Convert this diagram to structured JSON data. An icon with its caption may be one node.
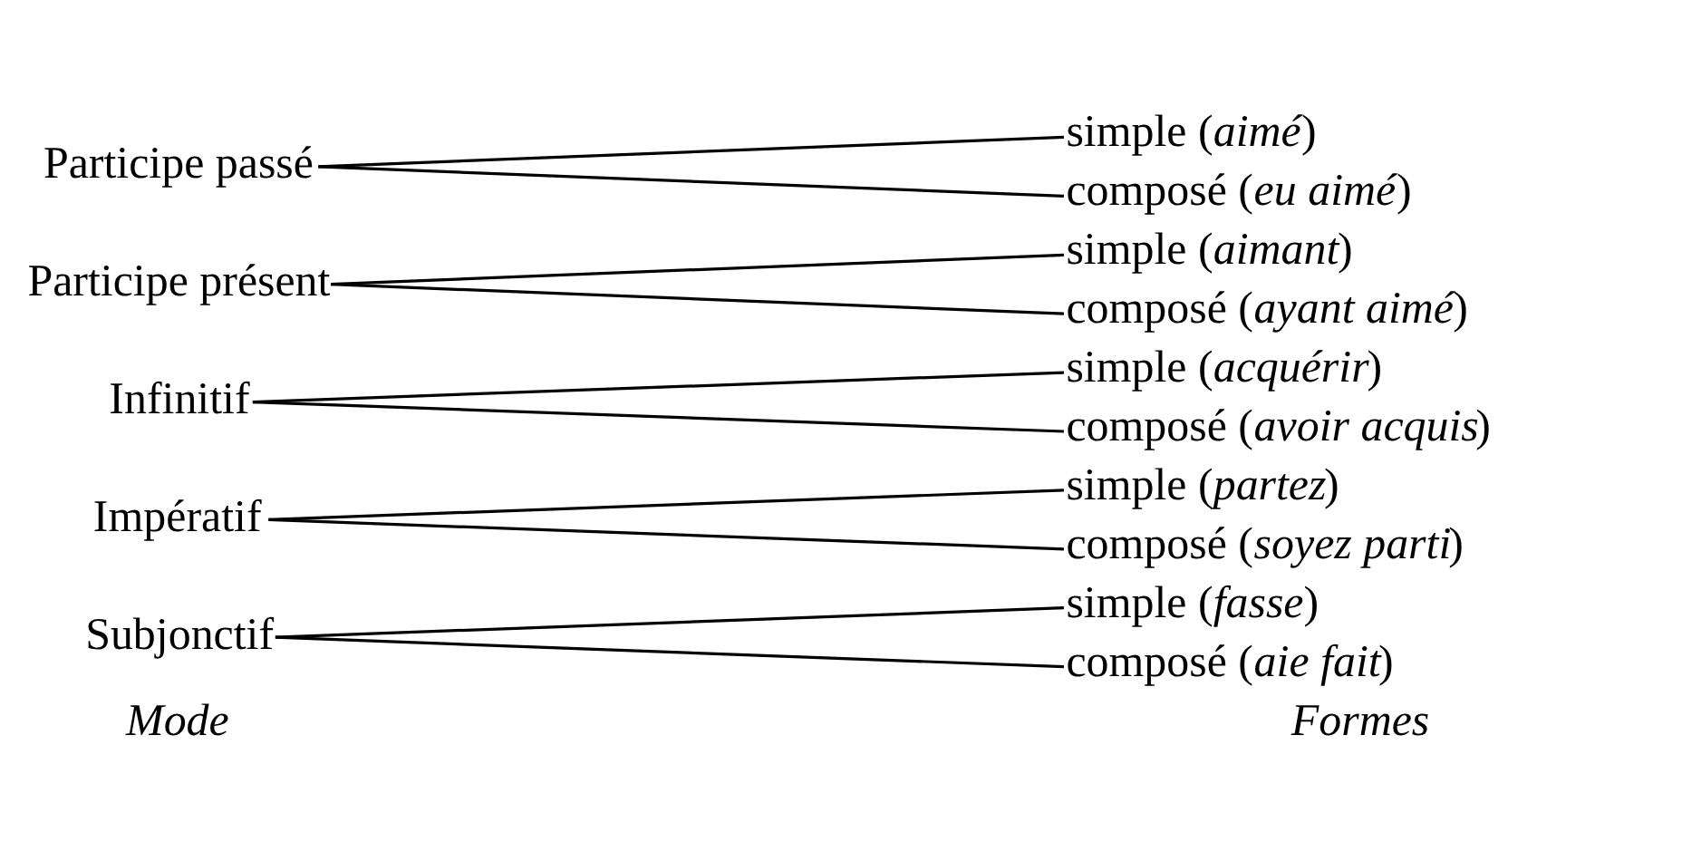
{
  "diagram": {
    "nodes": [
      {
        "text": [
          "Subjonctif"
        ]
      },
      {
        "text": [
          "simple (*fasse*)"
        ]
      },
      {
        "text": [
          "composé (*aie fait*)"
        ]
      },
      {
        "text": [
          "Impératif"
        ]
      },
      {
        "text": [
          "simple (*partez*)"
        ]
      },
      {
        "text": [
          "composé (*soyez parti*)"
        ]
      },
      {
        "text": [
          "Infinitif"
        ]
      },
      {
        "text": [
          "simple (*acquérir*)"
        ]
      },
      {
        "text": [
          "composé (*avoir acquis*)"
        ]
      },
      {
        "text": [
          "Participe présent"
        ]
      },
      {
        "text": [
          "simple (*aimant*)"
        ]
      },
      {
        "text": [
          "composé (*ayant aimé*)"
        ]
      },
      {
        "text": [
          "Participe passé"
        ]
      },
      {
        "text": [
          "simple (*aimé*)"
        ]
      },
      {
        "text": [
          "composé (*eu aimé*)"
        ]
      }
    ],
    "edges": [
      {
        "from": 0,
        "to": 1,
        "arrow": "none"
      },
      {
        "from": 0,
        "to": 2,
        "arrow": "none"
      },
      {
        "from": 3,
        "to": 4,
        "arrow": "none"
      },
      {
        "from": 3,
        "to": 5,
        "arrow": "none"
      },
      {
        "from": 6,
        "to": 7,
        "arrow": "none"
      },
      {
        "from": 6,
        "to": 8,
        "arrow": "none"
      },
      {
        "from": 9,
        "to": 10,
        "arrow": "none"
      },
      {
        "from": 9,
        "to": 11,
        "arrow": "none"
      },
      {
        "from": 12,
        "to": 13,
        "arrow": "none"
      },
      {
        "from": 12,
        "to": 14,
        "arrow": "none"
      }
    ],
    "labels": [
      "Mode",
      "Formes"
    ]
  }
}
